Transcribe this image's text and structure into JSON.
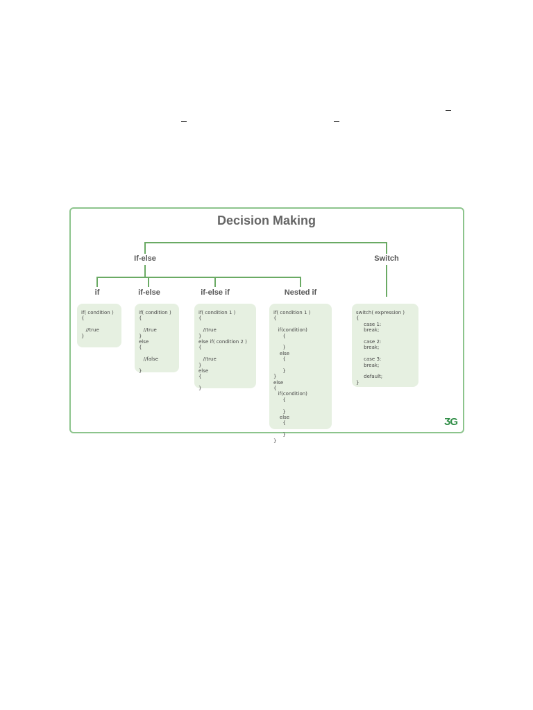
{
  "diagram": {
    "title": "Decision Making",
    "branches": {
      "if_else": "If-else",
      "switch": "Switch"
    },
    "leaves": {
      "if": "if",
      "if_else": "if-else",
      "if_else_if": "if-else if",
      "nested_if": "Nested if"
    },
    "code": {
      "if": "if( condition )\n{\n\n   //true\n}",
      "if_else": "if( condition )\n{\n\n   //true\n}\nelse\n{\n\n   //false\n\n}",
      "if_else_if": "if( condition 1 )\n{\n\n   //true\n}\nelse if( condition 2 )\n{\n\n   //true\n}\nelse\n{\n\n}",
      "nested_if": "if( condition 1 )\n{\n\n   if(condition)\n      {\n\n      }\n    else\n      {\n\n      }\n}\nelse\n{\n   if(condition)\n      {\n\n      }\n    else\n      {\n\n      }\n}",
      "switch": "switch( expression )\n{\n     case 1:\n     break;\n\n     case 2:\n     break;\n\n     case 3:\n     break;\n\n     default;\n}"
    },
    "logo_text": "ӠG",
    "colors": {
      "border": "#8cc48c",
      "connector": "#6aaa64",
      "box_fill": "#e6f0e1",
      "logo": "#2f8d46"
    }
  }
}
